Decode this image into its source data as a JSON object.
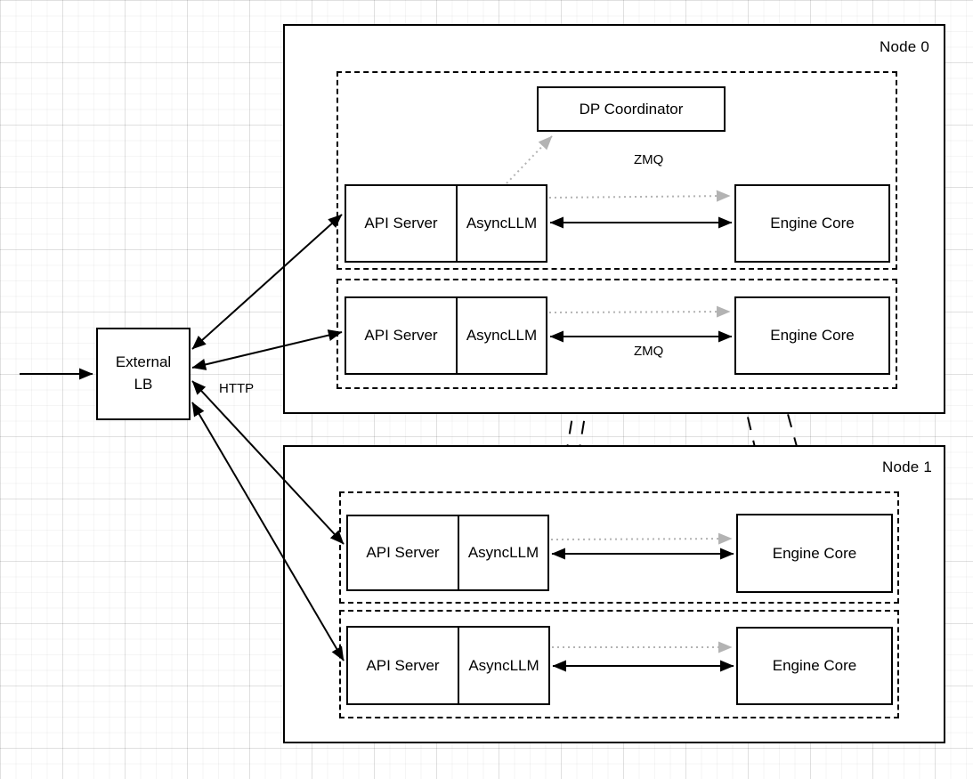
{
  "external_lb": {
    "label": "External\nLB"
  },
  "dp_coordinator": {
    "label": "DP Coordinator"
  },
  "nodes": [
    {
      "label": "Node 0",
      "replicas": [
        {
          "api_server": "API Server",
          "async_llm": "AsyncLLM",
          "engine_core": "Engine Core"
        },
        {
          "api_server": "API Server",
          "async_llm": "AsyncLLM",
          "engine_core": "Engine Core"
        }
      ]
    },
    {
      "label": "Node 1",
      "replicas": [
        {
          "api_server": "API Server",
          "async_llm": "AsyncLLM",
          "engine_core": "Engine Core"
        },
        {
          "api_server": "API Server",
          "async_llm": "AsyncLLM",
          "engine_core": "Engine Core"
        }
      ]
    }
  ],
  "edge_labels": {
    "http": "HTTP",
    "zmq_coordinator": "ZMQ",
    "zmq_engine": "ZMQ"
  },
  "colors": {
    "line": "#000000",
    "dotted_gray": "#b3b3b3",
    "box_fill": "#ffffff"
  }
}
